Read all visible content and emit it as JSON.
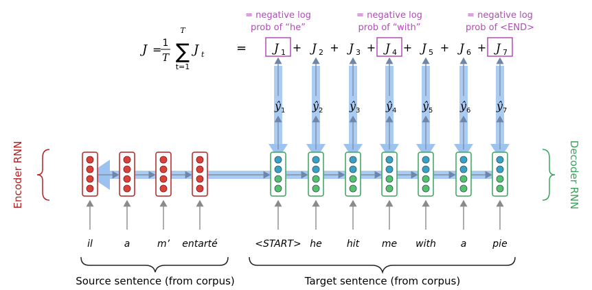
{
  "loss": {
    "formula": "J = ∑ Jₜ",
    "frac_num": "1",
    "frac_den": "T",
    "sum_upper": "T",
    "sum_lower": "t=1",
    "lhs": "J",
    "term": "J",
    "term_sub": "t",
    "equals": "=",
    "plus": "+"
  },
  "annotations": [
    {
      "line1": "= negative log",
      "line2": "prob of “he”",
      "target_index": 0
    },
    {
      "line1": "= negative log",
      "line2": "prob of “with”",
      "target_index": 3
    },
    {
      "line1": "= negative log",
      "line2": "prob of <END>",
      "target_index": 6
    }
  ],
  "loss_terms": [
    {
      "main": "J",
      "sub": "1",
      "highlighted": true
    },
    {
      "main": "J",
      "sub": "2",
      "highlighted": false
    },
    {
      "main": "J",
      "sub": "3",
      "highlighted": false
    },
    {
      "main": "J",
      "sub": "4",
      "highlighted": true
    },
    {
      "main": "J",
      "sub": "5",
      "highlighted": false
    },
    {
      "main": "J",
      "sub": "6",
      "highlighted": false
    },
    {
      "main": "J",
      "sub": "7",
      "highlighted": true
    }
  ],
  "predictions": [
    {
      "main": "ŷ",
      "sub": "1"
    },
    {
      "main": "ŷ",
      "sub": "2"
    },
    {
      "main": "ŷ",
      "sub": "3"
    },
    {
      "main": "ŷ",
      "sub": "4"
    },
    {
      "main": "ŷ",
      "sub": "5"
    },
    {
      "main": "ŷ",
      "sub": "6"
    },
    {
      "main": "ŷ",
      "sub": "7"
    }
  ],
  "encoder": {
    "label": "Encoder RNN",
    "words": [
      "il",
      "a",
      "m’",
      "entarté"
    ],
    "brace_label": "Source sentence (from corpus)"
  },
  "decoder": {
    "label": "Decoder RNN",
    "words": [
      "<START>",
      "he",
      "hit",
      "me",
      "with",
      "a",
      "pie"
    ],
    "brace_label": "Target sentence (from corpus)"
  },
  "colors": {
    "encoder": "#b22222",
    "encoder_fill": "#d9413b",
    "decoder": "#3aa35a",
    "decoder_top_fill": "#3aa0c8",
    "decoder_bottom_fill": "#55c06d",
    "highlight": "#b24ab8",
    "annotation": "#b24ab8",
    "gradient": "#9cc3f0",
    "arrow": "#7f8fa8"
  }
}
